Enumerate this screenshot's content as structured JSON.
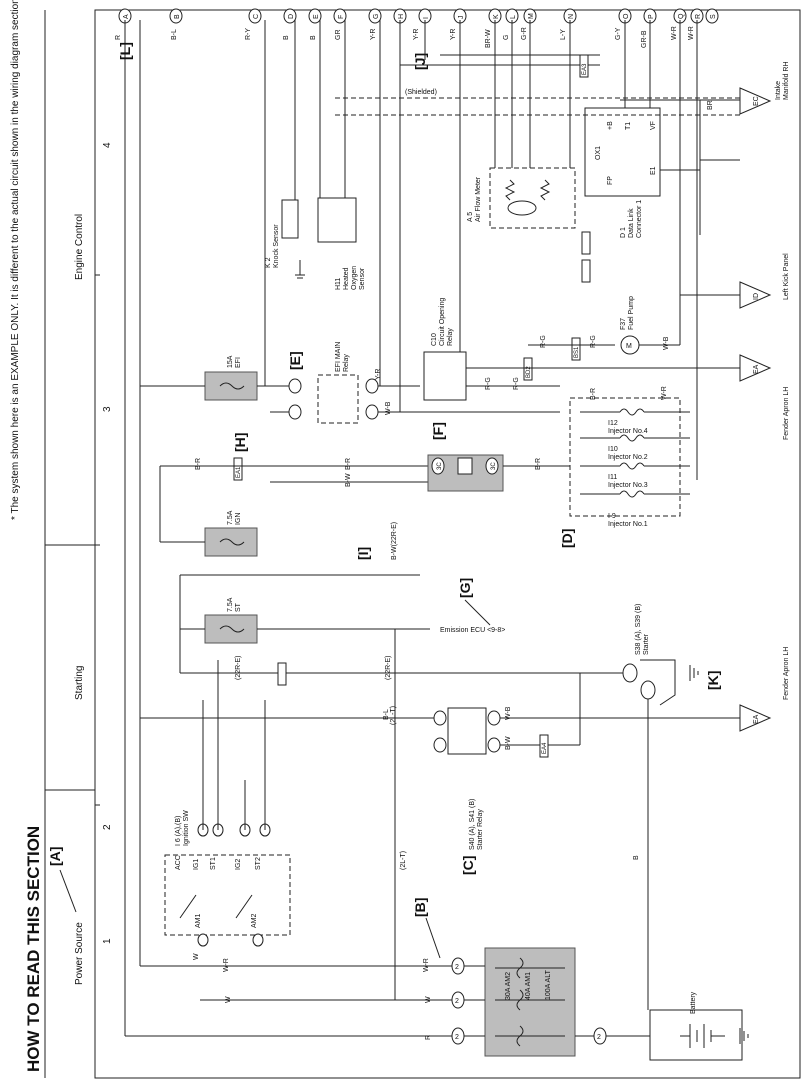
{
  "page": {
    "title": "HOW TO READ THIS SECTION",
    "note": "* The system shown here is an EXAMPLE ONLY. It is different to the actual circuit shown in the wiring diagram section.",
    "callouts": {
      "A": "[A]",
      "B": "[B]",
      "C": "[C]",
      "D": "[D]",
      "E": "[E]",
      "F": "[F]",
      "G": "[G]",
      "H": "[H]",
      "I": "[I]",
      "J": "[J]",
      "K": "[K]",
      "L": "[L]"
    }
  },
  "sections": {
    "power_source": "Power Source",
    "starting": "Starting",
    "engine_control": "Engine Control",
    "grid_numbers": [
      "1",
      "2",
      "3",
      "4"
    ]
  },
  "connectors_top": [
    "A",
    "B",
    "C",
    "D",
    "E",
    "F",
    "G",
    "H",
    "I",
    "J",
    "K",
    "L",
    "M",
    "N",
    "O",
    "P",
    "Q",
    "R",
    "S"
  ],
  "wire_colors_top": {
    "R": "R",
    "BL": "B-L",
    "RY": "R-Y",
    "B1": "B",
    "B2": "B",
    "GR1": "GR",
    "YR1": "Y-R",
    "YR2": "Y-R",
    "YR3": "Y-R",
    "BRW": "BR-W",
    "G": "G",
    "GR2": "G-R",
    "LY": "L-Y",
    "GY": "G-Y",
    "GRB": "GR-B",
    "WR1": "W-R",
    "WR2": "W-R"
  },
  "components": {
    "fusebox": {
      "f1": "30A AM2",
      "f2": "40A AM1",
      "f3": "100A ALT"
    },
    "battery": "Battery",
    "ign_sw": {
      "name": "I 6 (A),(B)",
      "sub": "Ignition SW",
      "acc": "ACC",
      "ig1": "IG1",
      "st1": "ST1",
      "ig2": "IG2",
      "st2": "ST2",
      "am1": "AM1",
      "am2": "AM2"
    },
    "starter_relay": {
      "name": "S40 (A), S41 (B)",
      "sub": "Starter Relay"
    },
    "starter": {
      "name": "S38 (A), S39 (B)",
      "sub": "Starter"
    },
    "fuse_efi": {
      "amp": "15A",
      "name": "EFI"
    },
    "fuse_ign": {
      "amp": "7.5A",
      "name": "IGN"
    },
    "fuse_st": {
      "amp": "7.5A",
      "name": "ST"
    },
    "efi_main": {
      "name": "EFI MAIN",
      "sub": "Relay"
    },
    "circuit_relay": {
      "name": "C10",
      "sub1": "Circuit Opening",
      "sub2": "Relay"
    },
    "fuel_pump": {
      "name": "F37",
      "sub": "Fuel Pump",
      "m": "M"
    },
    "airflow": {
      "name": "A 5",
      "sub": "Air Flow Meter"
    },
    "dlc": {
      "name": "D 1",
      "sub1": "Data Link",
      "sub2": "Connector 1",
      "p_ox1": "OX1",
      "p_b": "+B",
      "p_t1": "T1",
      "p_vf": "VF",
      "p_fp": "FP",
      "p_e1": "E1"
    },
    "knock": {
      "name": "K 2",
      "sub": "Knock Sensor"
    },
    "o2": {
      "name": "H11",
      "sub1": "Heated",
      "sub2": "Oxygen",
      "sub3": "Sensor"
    },
    "inj4": {
      "name": "I12",
      "sub": "Injector No.4"
    },
    "inj2": {
      "name": "I10",
      "sub": "Injector No.2"
    },
    "inj3": {
      "name": "I11",
      "sub": "Injector No.3"
    },
    "inj1": {
      "name": "I 9",
      "sub": "Injector No.1"
    },
    "emission": "Emission ECU <9-8>",
    "shielded": "(Shielded)"
  },
  "grounds": {
    "ec": {
      "code": "EC",
      "name1": "Intake",
      "name2": "Manifold RH"
    },
    "id": {
      "code": "ID",
      "name": "Left Kick Panel"
    },
    "ea1": {
      "code": "EA",
      "name": "Fender Apron LH"
    },
    "ea2": {
      "code": "EA",
      "name": "Fender Apron LH"
    }
  },
  "junctions": {
    "ea3": "EA3",
    "ea1": "EA1",
    "ea4": "EA4",
    "bs1": "BS1",
    "bd2": "BD2",
    "j3c": "3C",
    "j22re": "(22R-E)",
    "j2lt": "(2L-T)"
  },
  "wire_labels": {
    "W": "W",
    "WR": "W-R",
    "R": "R",
    "BR": "BR",
    "BW": "B-W",
    "BL": "B-L",
    "BR2": "B-R",
    "RY": "R-Y",
    "YR": "Y-R",
    "WB": "W-B",
    "RG": "R-G",
    "RW": "R-W",
    "B": "B",
    "GR": "GR",
    "BW22": "B-W(22R-E)",
    "WR2": "W-R",
    "BRW": "BR-W",
    "G": "G",
    "GR2": "G-R",
    "LY": "L-Y"
  }
}
